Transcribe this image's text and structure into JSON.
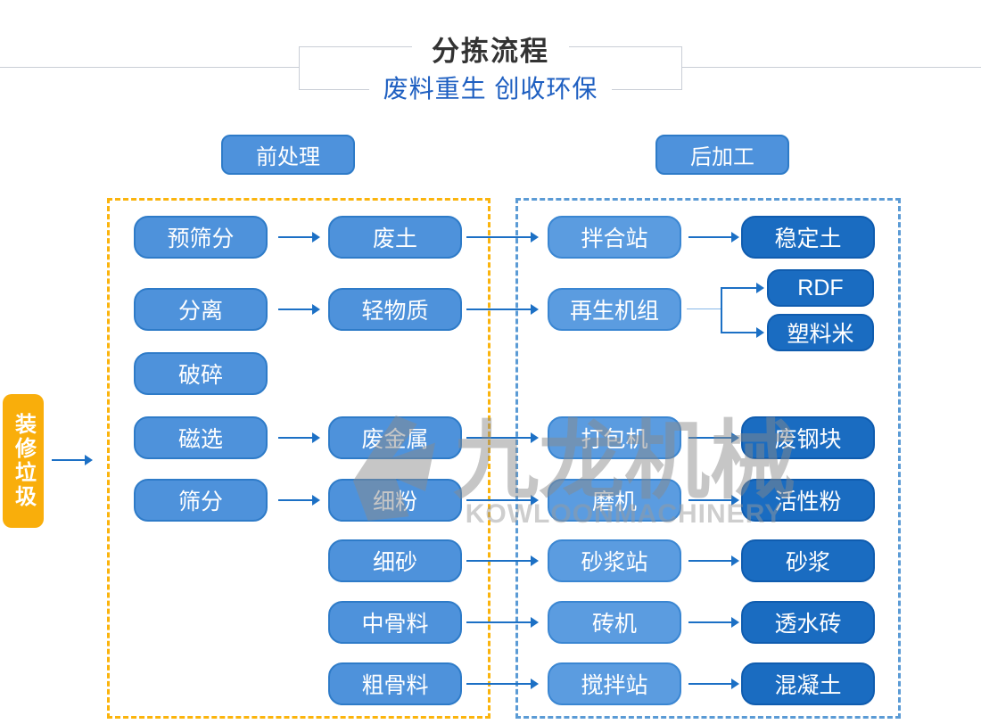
{
  "header": {
    "title": "分拣流程",
    "subtitle": "废料重生 创收环保"
  },
  "sections": {
    "pre": {
      "label": "前处理"
    },
    "post": {
      "label": "后加工"
    }
  },
  "source": {
    "label": "装修垃圾"
  },
  "flow": {
    "col1": {
      "r1": "预筛分",
      "r2": "分离",
      "r3": "破碎",
      "r4": "磁选",
      "r5": "筛分"
    },
    "col2": {
      "r1": "废土",
      "r2": "轻物质",
      "r4": "废金属",
      "r5": "细粉",
      "r6": "细砂",
      "r7": "中骨料",
      "r8": "粗骨料"
    },
    "col3": {
      "r1": "拌合站",
      "r2": "再生机组",
      "r4": "打包机",
      "r5": "磨机",
      "r6": "砂浆站",
      "r7": "砖机",
      "r8": "搅拌站"
    },
    "col4": {
      "r1": "稳定土",
      "r2a": "RDF",
      "r2b": "塑料米",
      "r4": "废钢块",
      "r5": "活性粉",
      "r6": "砂浆",
      "r7": "透水砖",
      "r8": "混凝土"
    }
  },
  "edges": [
    [
      "装修垃圾",
      "前处理"
    ],
    [
      "预筛分",
      "废土"
    ],
    [
      "废土",
      "拌合站"
    ],
    [
      "拌合站",
      "稳定土"
    ],
    [
      "分离",
      "轻物质"
    ],
    [
      "轻物质",
      "再生机组"
    ],
    [
      "再生机组",
      "RDF"
    ],
    [
      "再生机组",
      "塑料米"
    ],
    [
      "磁选",
      "废金属"
    ],
    [
      "废金属",
      "打包机"
    ],
    [
      "打包机",
      "废钢块"
    ],
    [
      "筛分",
      "细粉"
    ],
    [
      "细粉",
      "磨机"
    ],
    [
      "磨机",
      "活性粉"
    ],
    [
      "细砂",
      "砂浆站"
    ],
    [
      "砂浆站",
      "砂浆"
    ],
    [
      "中骨料",
      "砖机"
    ],
    [
      "砖机",
      "透水砖"
    ],
    [
      "粗骨料",
      "搅拌站"
    ],
    [
      "搅拌站",
      "混凝土"
    ]
  ],
  "watermark": {
    "cn": "九龙机械",
    "en": "KOWLOONMACHINERY"
  },
  "colors": {
    "accent_arrow_blue": "#1c70c5",
    "node_blue": "#4e92db",
    "node_blue_light": "#5b9ce0",
    "node_dark_blue": "#1a6cc1",
    "dashed_yellow": "#fbb40d",
    "dashed_blue": "#5b9bd5",
    "source_yellow": "#f9ae0b",
    "subtitle_blue": "#1e5fc1",
    "title_gray": "#333333",
    "watermark_gray": "#8a8a8a"
  }
}
